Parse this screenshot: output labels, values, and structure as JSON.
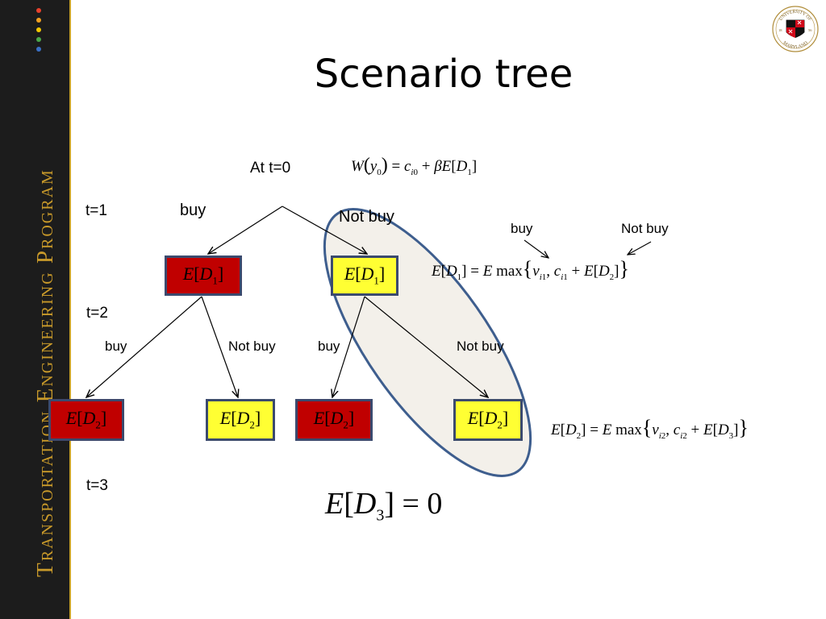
{
  "slide": {
    "title": "Scenario tree"
  },
  "sidebar": {
    "program_name": "Transportation Engineering Program",
    "dot_colors": [
      "#e8412c",
      "#f0a020",
      "#f2c600",
      "#4aa84a",
      "#3a6fc4"
    ]
  },
  "logo": {
    "text_top": "UNIVERSITY OF",
    "text_bottom": "MARYLAND",
    "year_left": "18",
    "year_right": "56"
  },
  "tree": {
    "root_label": "At t=0",
    "time_labels": [
      "t=1",
      "t=2",
      "t=3"
    ],
    "edge_labels": {
      "t1_buy": "buy",
      "t1_not_buy": "Not buy",
      "t2_buy_a": "buy",
      "t2_not_buy_a": "Not buy",
      "t2_buy_b": "buy",
      "t2_not_buy_b": "Not buy",
      "eq_buy": "buy",
      "eq_not_buy": "Not buy"
    },
    "nodes": [
      {
        "level": 1,
        "label": "E[D1]",
        "fill": "red"
      },
      {
        "level": 1,
        "label": "E[D1]",
        "fill": "yellow"
      },
      {
        "level": 2,
        "label": "E[D2]",
        "fill": "red"
      },
      {
        "level": 2,
        "label": "E[D2]",
        "fill": "yellow"
      },
      {
        "level": 2,
        "label": "E[D2]",
        "fill": "red"
      },
      {
        "level": 2,
        "label": "E[D2]",
        "fill": "yellow"
      }
    ],
    "colors": {
      "red": "#c00000",
      "yellow": "#ffff33",
      "border": "#3b4a6e",
      "highlight_fill": "#f3f0ea",
      "highlight_stroke": "#3e5e8e"
    }
  },
  "equations": {
    "w": "W(y0) = ci0 + βE[D1]",
    "e1": "E[D1] = E max{vi1, ci1 + E[D2]}",
    "e2": "E[D2] = E max{vi2, ci2 + E[D3]}",
    "e3": "E[D3] = 0"
  }
}
